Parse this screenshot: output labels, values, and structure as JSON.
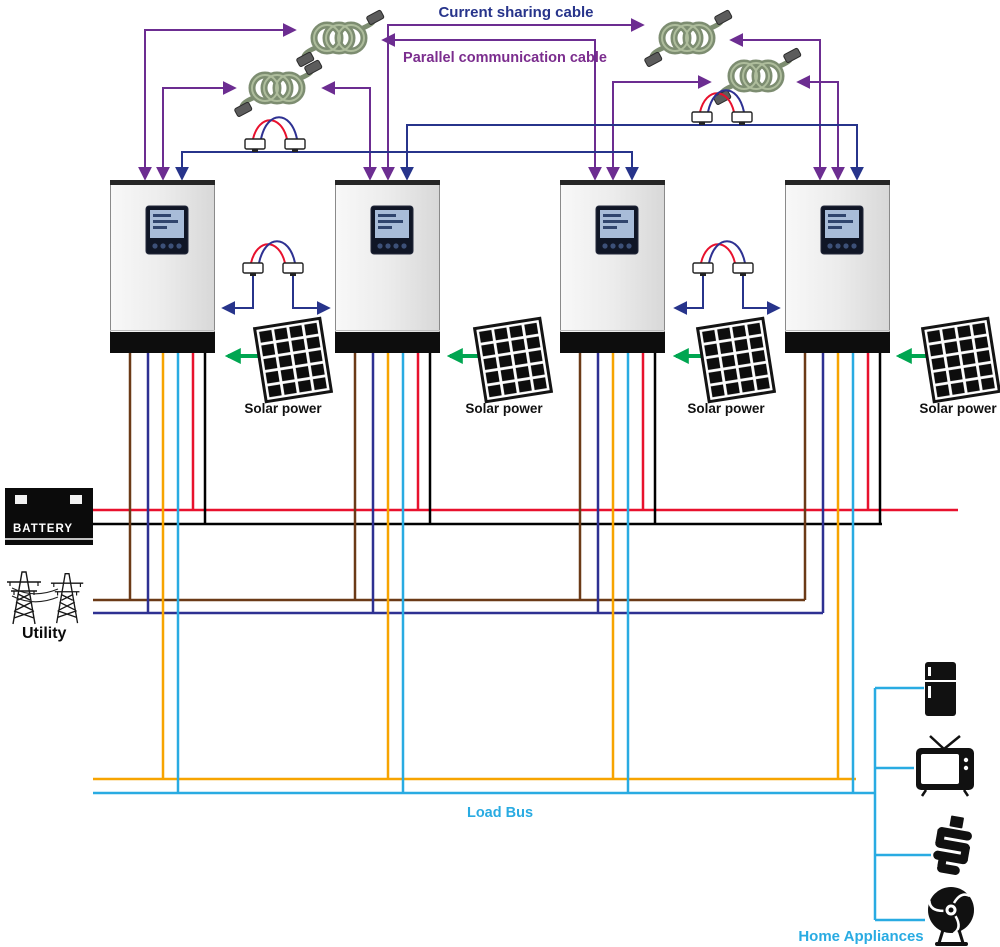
{
  "labels": {
    "current_sharing_cable": "Current sharing cable",
    "parallel_communication_cable": "Parallel communication cable",
    "solar_power": "Solar power",
    "battery": "BATTERY",
    "utility": "Utility",
    "load_bus": "Load Bus",
    "home_appliances": "Home Appliances"
  },
  "components": {
    "inverters": 4,
    "solar_panels": 4,
    "communication_cable_icons": 4,
    "current_sharing_connector_pairs": 4,
    "appliance_icons": [
      "refrigerator-icon",
      "tv-icon",
      "cfl-bulb-icon",
      "fan-icon"
    ]
  },
  "colors": {
    "current_sharing_line": "#27348b",
    "communication_line": "#6c2d91",
    "communication_label": "#7b2d8e",
    "battery_positive": "#e8112d",
    "battery_negative": "#000000",
    "utility_line": "#6b3a17",
    "utility_neutral": "#2e3192",
    "load_line": "#f7a400",
    "load_bus": "#29abe2",
    "solar_arrow": "#00a651"
  }
}
